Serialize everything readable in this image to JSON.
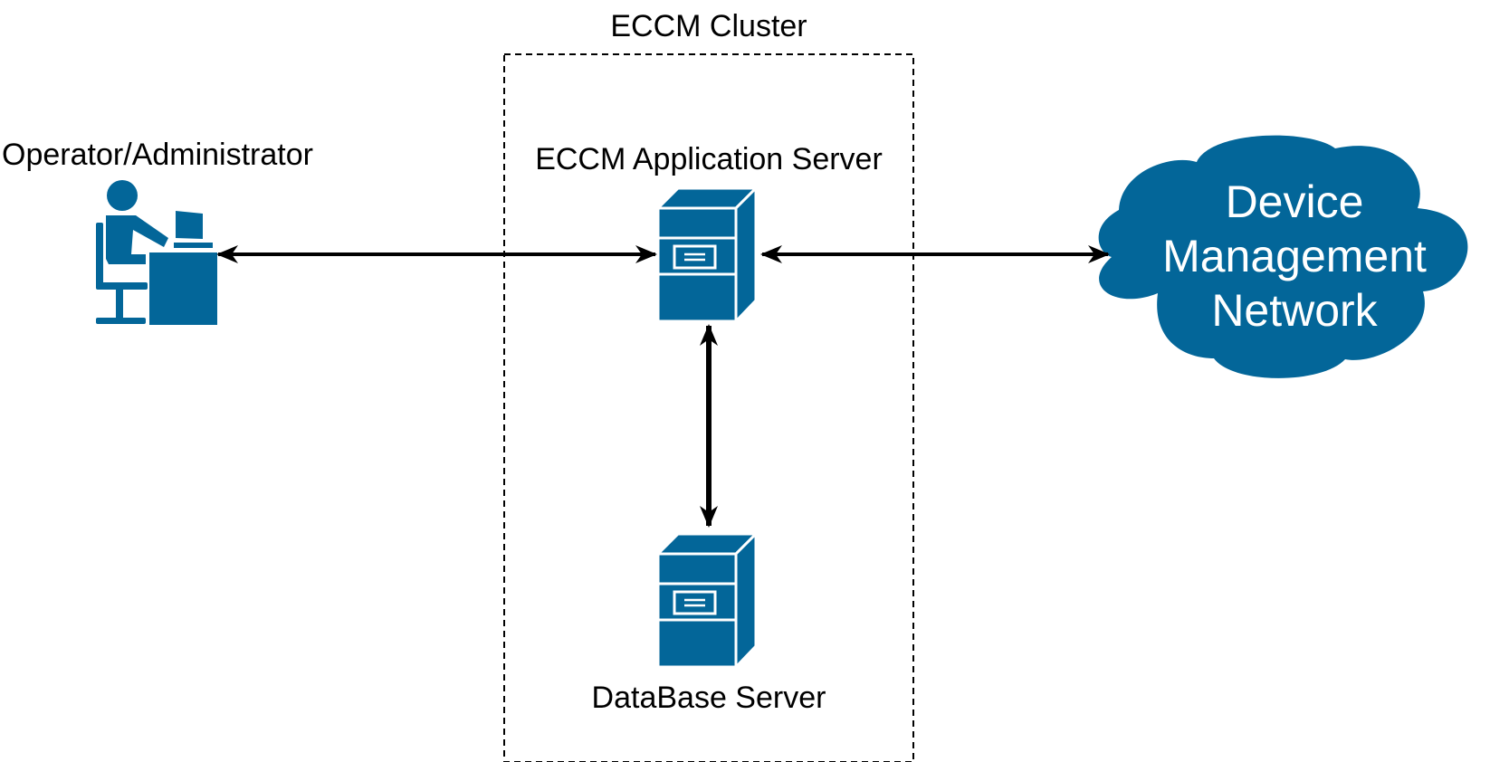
{
  "cluster": {
    "label": "ECCM Cluster"
  },
  "operator": {
    "label": "Operator/Administrator",
    "icon": "operator-workstation-icon"
  },
  "app_server": {
    "label": "ECCM Application Server",
    "icon": "server-icon"
  },
  "db_server": {
    "label": "DataBase Server",
    "icon": "server-icon"
  },
  "network": {
    "line1": "Device",
    "line2": "Management",
    "line3": "Network",
    "icon": "cloud-icon"
  },
  "connections": [
    {
      "from": "Operator/Administrator",
      "to": "ECCM Application Server",
      "direction": "bidirectional"
    },
    {
      "from": "ECCM Application Server",
      "to": "Device Management Network",
      "direction": "bidirectional"
    },
    {
      "from": "ECCM Application Server",
      "to": "DataBase Server",
      "direction": "bidirectional"
    }
  ],
  "colors": {
    "icon": "#036699",
    "stroke": "#000000",
    "cloud_text": "#ffffff"
  }
}
